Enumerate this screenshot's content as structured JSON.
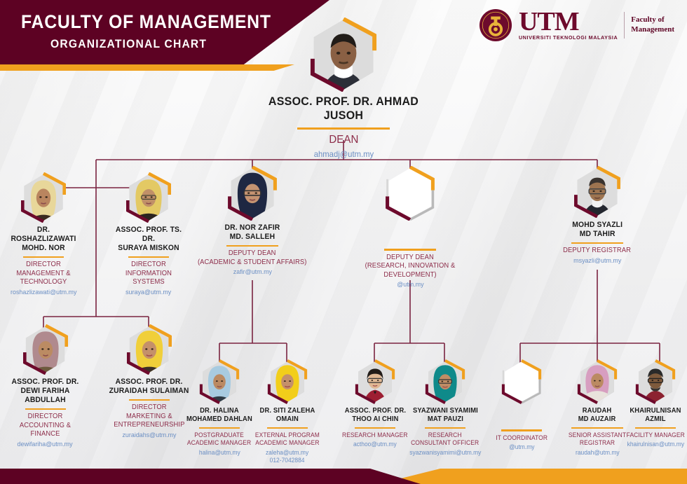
{
  "header": {
    "title": "FACULTY OF MANAGEMENT",
    "subtitle": "ORGANIZATIONAL CHART",
    "bar_color": "#5d0223",
    "accent_color": "#f0a01e"
  },
  "logo": {
    "acronym": "UTM",
    "university": "UNIVERSITI TEKNOLOGI MALAYSIA",
    "faculty_line1": "Faculty of",
    "faculty_line2": "Management",
    "color": "#6d0a2c"
  },
  "nodes": {
    "dean": {
      "name": "ASSOC. PROF. DR. AHMAD JUSOH",
      "title": "DEAN",
      "email": "ahmadj@utm.my",
      "vacant": false
    },
    "dir_mgmt_tech": {
      "name": "DR. ROSHAZLIZAWATI\nMOHD. NOR",
      "title": "DIRECTOR\nMANAGEMENT & TECHNOLOGY",
      "email": "roshazlizawati@utm.my",
      "vacant": false
    },
    "dir_info_sys": {
      "name": "ASSOC. PROF. TS. DR.\nSURAYA MISKON",
      "title": "DIRECTOR\nINFORMATION SYSTEMS",
      "email": "suraya@utm.my",
      "vacant": false
    },
    "deputy_dean_academic": {
      "name": "DR. NOR ZAFIR\nMD. SALLEH",
      "title": "DEPUTY DEAN\n(ACADEMIC & STUDENT AFFAIRS)",
      "email": "zafir@utm.my",
      "vacant": false
    },
    "deputy_dean_research": {
      "name": "",
      "title": "DEPUTY DEAN\n(RESEARCH, INNOVATION & DEVELOPMENT)",
      "email": "@utm.my",
      "vacant": true
    },
    "deputy_registrar": {
      "name": "MOHD SYAZLI\nMD TAHIR",
      "title": "DEPUTY REGISTRAR",
      "email": "msyazli@utm.my",
      "vacant": false
    },
    "dir_accounting": {
      "name": "ASSOC. PROF. DR.\nDEWI FARIHA ABDULLAH",
      "title": "DIRECTOR\nACCOUNTING & FINANCE",
      "email": "dewifariha@utm.my",
      "vacant": false
    },
    "dir_marketing": {
      "name": "ASSOC. PROF. DR.\nZURAIDAH SULAIMAN",
      "title": "DIRECTOR\nMARKETING &\nENTREPRENEURSHIP",
      "email": "zuraidahs@utm.my",
      "vacant": false
    },
    "postgrad_manager": {
      "name": "DR. HALINA\nMOHAMED DAHLAN",
      "title": "POSTGRADUATE\nACADEMIC MANAGER",
      "email": "halina@utm.my",
      "vacant": false
    },
    "external_manager": {
      "name": "DR. SITI ZALEHA\nOMAIN",
      "title": "EXTERNAL PROGRAM\nACADEMIC MANAGER",
      "email": "zaleha@utm.my\n012-7042884",
      "vacant": false
    },
    "research_manager": {
      "name": "ASSOC. PROF. DR.\nTHOO AI CHIN",
      "title": "RESEARCH MANAGER",
      "email": "acthoo@utm.my",
      "vacant": false
    },
    "research_consultant": {
      "name": "SYAZWANI SYAMIMI\nMAT PAUZI",
      "title": "RESEARCH\nCONSULTANT OFFICER",
      "email": "syazwanisyamimi@utm.my",
      "vacant": false
    },
    "it_coordinator": {
      "name": "",
      "title": "IT COORDINATOR",
      "email": "@utm.my",
      "vacant": true
    },
    "senior_asst_registrar": {
      "name": "RAUDAH\nMD AUZAIR",
      "title": "SENIOR ASSISTANT REGISTRAR",
      "email": "raudah@utm.my",
      "vacant": false
    },
    "facility_manager": {
      "name": "KHAIRULNISAN\nAZMIL",
      "title": "FACILITY MANAGER",
      "email": "khairulnisan@utm.my",
      "vacant": false
    }
  }
}
